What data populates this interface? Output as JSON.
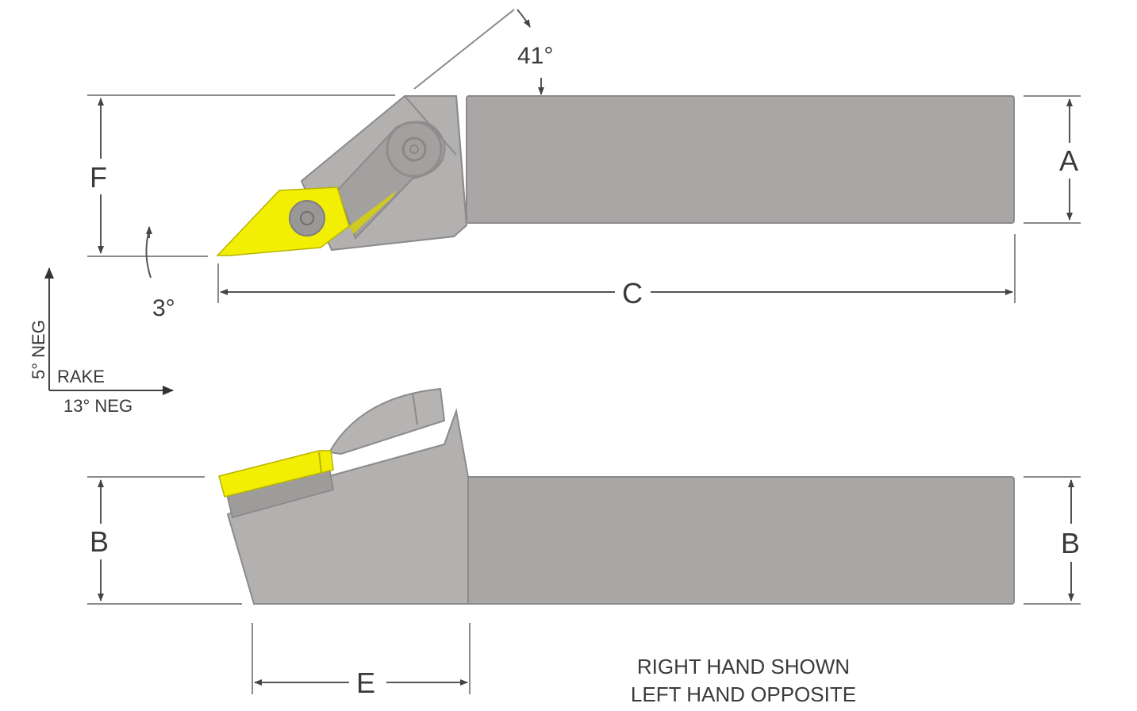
{
  "diagram": {
    "type": "tool-holder-technical-drawing",
    "colors": {
      "holder_body": "#a9a6a6",
      "insert": "#f2ef05",
      "dimension_lines": "#555555",
      "text": "#3a3a3a"
    },
    "top_view": {
      "angles": {
        "lead_angle": "41°",
        "clearance_angle": "3°"
      },
      "dimensions": {
        "overall_length": "C",
        "shank_width": "A",
        "offset": "F"
      }
    },
    "rake_indicator": {
      "vertical_label": "5° NEG",
      "center_label": "RAKE",
      "horizontal_label": "13° NEG"
    },
    "side_view": {
      "dimensions": {
        "height_left": "B",
        "height_right": "B",
        "head_length": "E"
      }
    },
    "notes": [
      "RIGHT HAND SHOWN",
      "LEFT HAND OPPOSITE"
    ]
  }
}
